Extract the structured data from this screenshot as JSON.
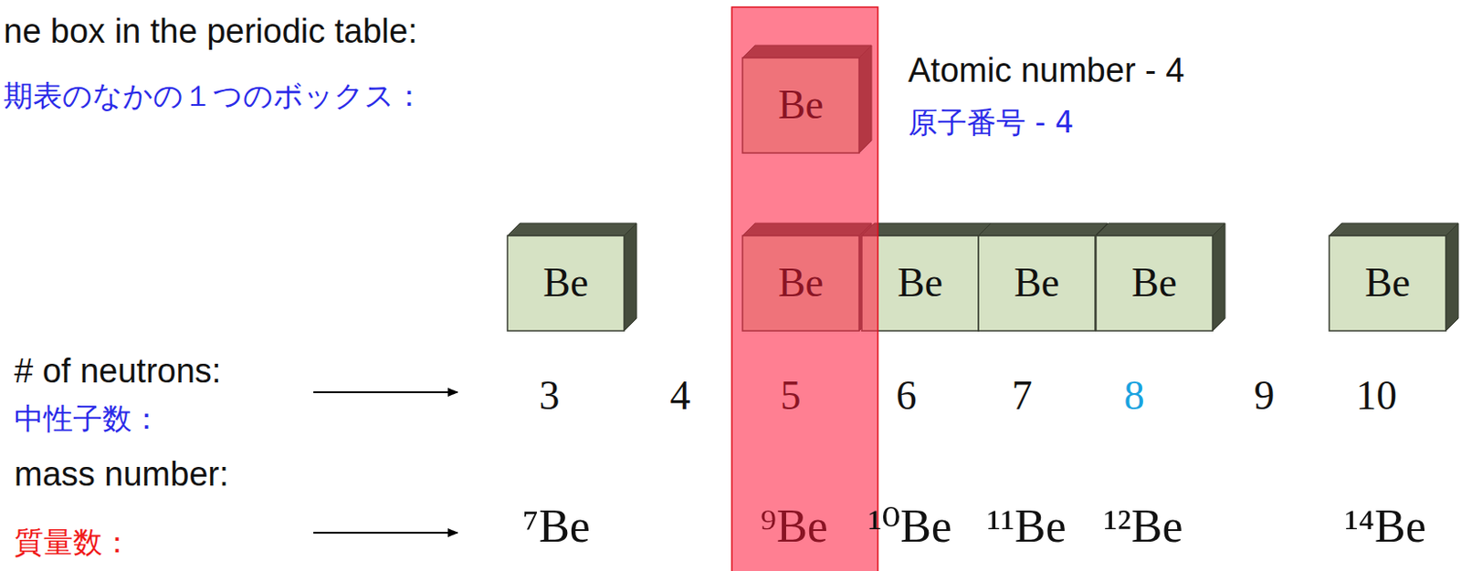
{
  "diagram": {
    "nodes": [
      {
        "text": [
          "Be"
        ]
      },
      {
        "text": [
          "Be"
        ]
      },
      {
        "text": [
          "Be"
        ]
      },
      {
        "text": [
          "Be"
        ]
      },
      {
        "text": [
          "Be"
        ]
      },
      {
        "text": [
          "Be"
        ]
      },
      {
        "text": [
          "Be"
        ]
      }
    ],
    "labels": [
      "ne box in the periodic table:",
      "期表のなかの１つのボックス：",
      "Atomic number - 4",
      "原子番号 - 4",
      "# of neutrons:",
      "中性子数：",
      "3",
      "4",
      "5",
      "6",
      "7",
      "8",
      "9",
      "10",
      "mass number:",
      "質量数：",
      "⁷Be",
      "⁹Be",
      "¹⁰Be",
      "¹¹Be",
      "¹²Be",
      "¹⁴Be"
    ]
  }
}
